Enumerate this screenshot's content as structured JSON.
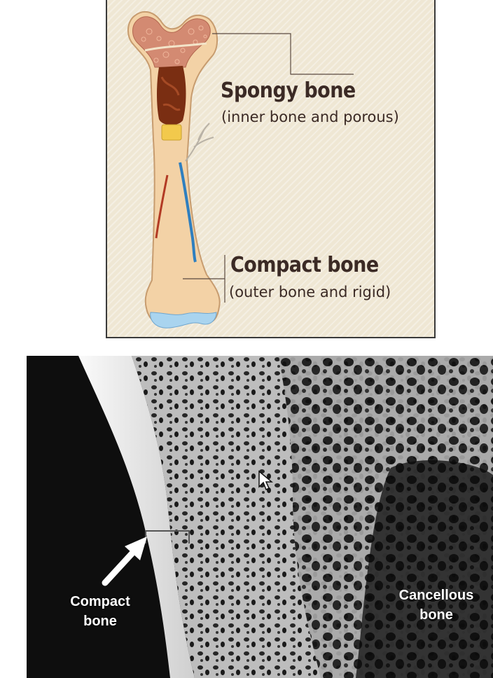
{
  "diagram": {
    "spongy": {
      "title": "Spongy bone",
      "subtitle": "(inner bone and porous)"
    },
    "compact": {
      "title": "Compact bone",
      "subtitle": "(outer bone and rigid)"
    }
  },
  "micrograph": {
    "compact_label": [
      "Compact",
      "bone"
    ],
    "cancellous_label": [
      "Cancellous",
      "bone"
    ]
  },
  "colors": {
    "panel_bg": "#efe7d4",
    "bone_shaft": "#f3d2a6",
    "spongy_tissue": "#d38a72",
    "marrow": "#7a2e12",
    "cartilage": "#a9d4ef",
    "artery": "#b23a24",
    "vein": "#2f7fbf",
    "label_text": "#3b2a25"
  },
  "icons": [
    "mouse-cursor-icon",
    "arrow-icon"
  ]
}
